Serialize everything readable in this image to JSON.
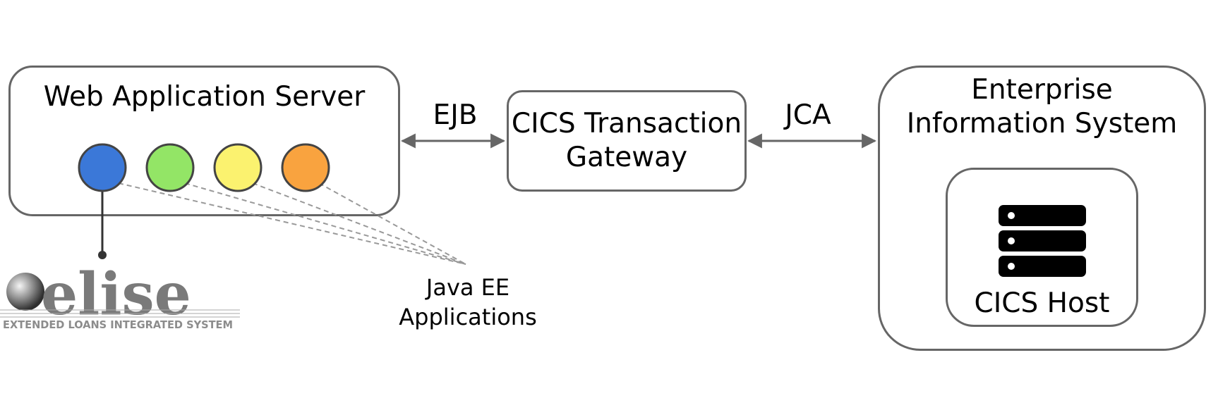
{
  "nodes": {
    "web_application_server": "Web Application Server",
    "cics_transaction_gateway": "CICS Transaction\nGateway",
    "enterprise_information_system": "Enterprise\nInformation System",
    "cics_host": "CICS Host",
    "java_ee_applications": "Java EE\nApplications"
  },
  "edges": {
    "ejb": "EJB",
    "jca": "JCA"
  },
  "apps": [
    {
      "color": "#3b78d8"
    },
    {
      "color": "#93e566"
    },
    {
      "color": "#fbf26f"
    },
    {
      "color": "#f9a33f"
    }
  ],
  "logo": {
    "wordmark": "elise",
    "subtitle": "EXTENDED LOANS INTEGRATED SYSTEM"
  },
  "colors": {
    "stroke": "#666666",
    "dashed": "#999999",
    "server_icon": "#000000"
  }
}
